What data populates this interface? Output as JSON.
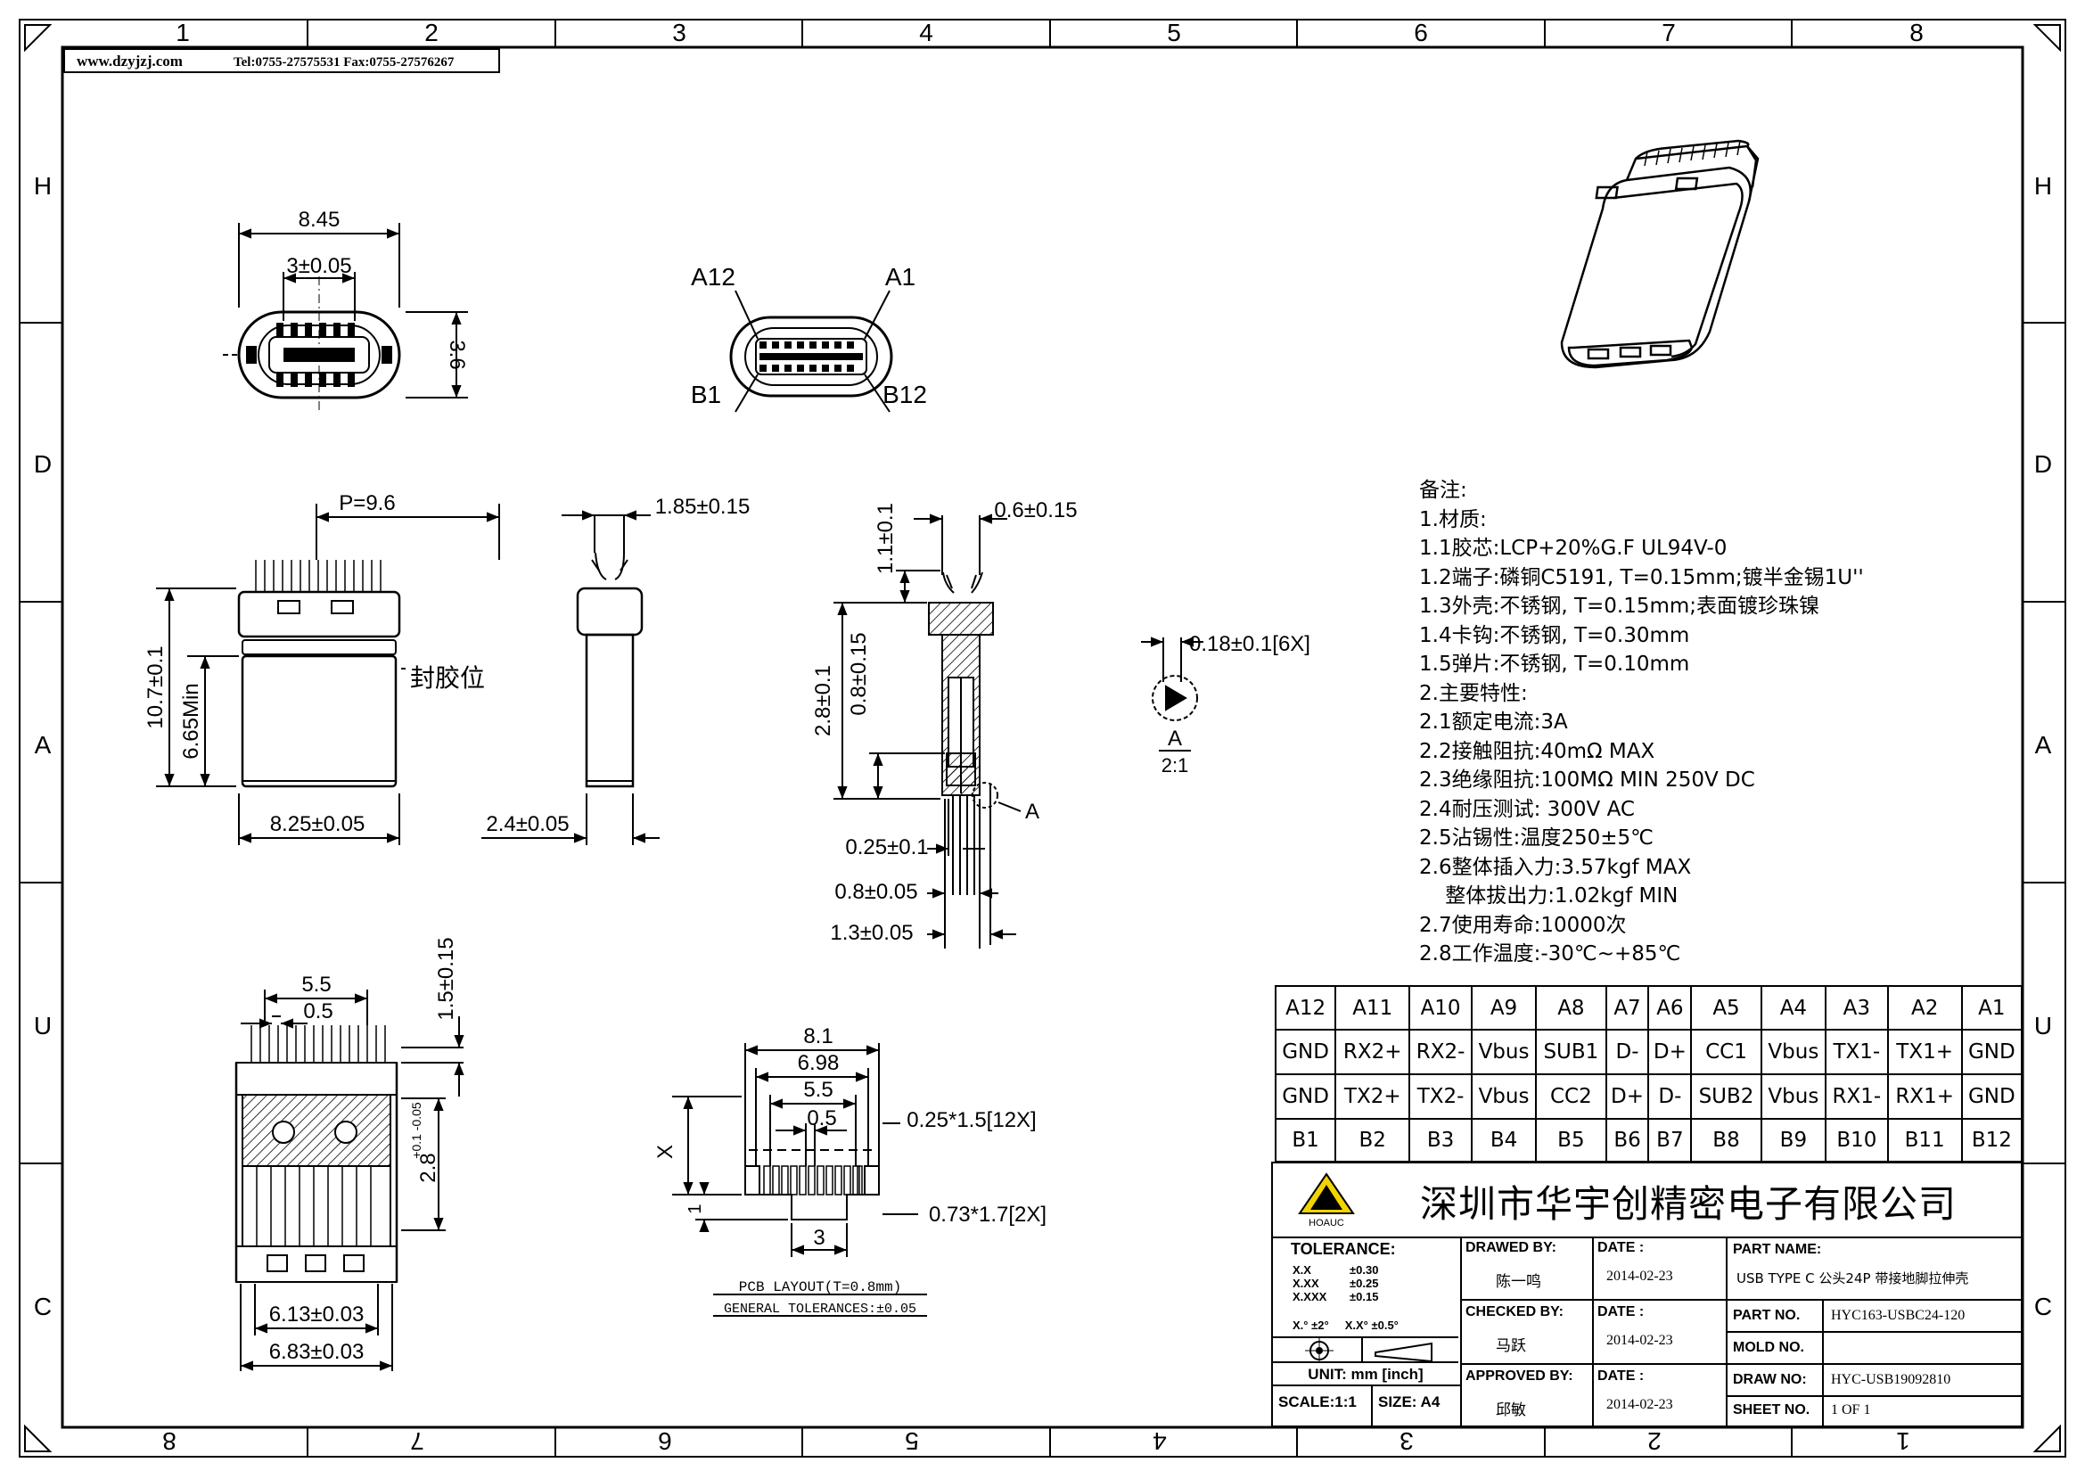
{
  "grid": {
    "top_cols": [
      "1",
      "2",
      "3",
      "4",
      "5",
      "6",
      "7",
      "8"
    ],
    "bottom_cols": [
      "8",
      "7",
      "6",
      "5",
      "4",
      "3",
      "2",
      "1"
    ],
    "left_rows": [
      "H",
      "D",
      "A",
      "U",
      "C"
    ],
    "right_rows": [
      "H",
      "D",
      "A",
      "U",
      "C"
    ]
  },
  "header": {
    "website": "www.dzyjzj.com",
    "contact": "Tel:0755-27575531  Fax:0755-27576267"
  },
  "front_view": {
    "width": "8.45",
    "pitch": "3±0.05",
    "height": "3.6"
  },
  "pin_view": {
    "a12": "A12",
    "a1": "A1",
    "b1": "B1",
    "b12": "B12"
  },
  "top_view": {
    "pitch_label": "P=9.6",
    "overall_h": "10.7±0.1",
    "mold_h": "6.65Min",
    "width": "8.25±0.05",
    "seal_label": "封胶位"
  },
  "side_view": {
    "top_w": "1.85±0.15",
    "body_w": "2.4±0.05"
  },
  "section_view": {
    "lead_w": "0.6±0.15",
    "lead_h": "1.1±0.1",
    "d_28": "2.8±0.1",
    "d_08": "0.8±0.15",
    "d_025": "0.25±0.1",
    "d_08b": "0.8±0.05",
    "d_13": "1.3±0.05",
    "detail_mark": "A"
  },
  "detail_view": {
    "dim": "0.18±0.1[6X]",
    "label": "A",
    "scale": "2:1"
  },
  "bottom_view": {
    "d55": "5.5",
    "d05": "0.5",
    "d15": "1.5±0.15",
    "d28": "2.8",
    "d28_tol": "+0.1 -0.05",
    "d613": "6.13±0.03",
    "d683": "6.83±0.03"
  },
  "pcb_layout": {
    "d81": "8.1",
    "d698": "6.98",
    "d55": "5.5",
    "d05": "0.5",
    "pad_a": "0.25*1.5[12X]",
    "pad_b": "0.73*1.7[2X]",
    "x": "X",
    "one": "1",
    "three": "3",
    "title": "PCB LAYOUT(T=0.8mm)",
    "general_tol": "GENERAL TOLERANCES:±0.05"
  },
  "notes": [
    "备注:",
    "1.材质:",
    "1.1胶芯:LCP+20%G.F UL94V-0",
    "1.2端子:磷铜C5191, T=0.15mm;镀半金锡1U''",
    "1.3外壳:不锈钢, T=0.15mm;表面镀珍珠镍",
    "1.4卡钩:不锈钢, T=0.30mm",
    "1.5弹片:不锈钢, T=0.10mm",
    "2.主要特性:",
    "2.1额定电流:3A",
    "2.2接触阻抗:40mΩ MAX",
    "2.3绝缘阻抗:100MΩ MIN 250V DC",
    "2.4耐压测试: 300V AC",
    "2.5沾锡性:温度250±5℃",
    "2.6整体插入力:3.57kgf MAX",
    "    整体拔出力:1.02kgf MIN",
    "2.7使用寿命:10000次",
    "2.8工作温度:-30℃~+85℃"
  ],
  "pin_table": {
    "rows": [
      [
        "A12",
        "A11",
        "A10",
        "A9",
        "A8",
        "A7",
        "A6",
        "A5",
        "A4",
        "A3",
        "A2",
        "A1"
      ],
      [
        "GND",
        "RX2+",
        "RX2-",
        "Vbus",
        "SUB1",
        "D-",
        "D+",
        "CC1",
        "Vbus",
        "TX1-",
        "TX1+",
        "GND"
      ],
      [
        "GND",
        "TX2+",
        "TX2-",
        "Vbus",
        "CC2",
        "D+",
        "D-",
        "SUB2",
        "Vbus",
        "RX1-",
        "RX1+",
        "GND"
      ],
      [
        "B1",
        "B2",
        "B3",
        "B4",
        "B5",
        "B6",
        "B7",
        "B8",
        "B9",
        "B10",
        "B11",
        "B12"
      ]
    ]
  },
  "title_block": {
    "company": "深圳市华宇创精密电子有限公司",
    "logo_text": "HOAUC",
    "tolerance_label": "TOLERANCE:",
    "tol_lines": [
      [
        "X.X",
        "±0.30"
      ],
      [
        "X.XX",
        "±0.25"
      ],
      [
        "X.XXX",
        "±0.15"
      ]
    ],
    "angle_tol": "X.° ±2°     X.X° ±0.5°",
    "unit": "UNIT: mm [inch]",
    "scale": "SCALE:1:1",
    "size": "SIZE: A4",
    "drawn_by_label": "DRAWED BY:",
    "drawn_by": "陈一鸣",
    "checked_by_label": "CHECKED BY:",
    "checked_by": "马跃",
    "approved_by_label": "APPROVED BY:",
    "approved_by": "邱敏",
    "date_label": "DATE :",
    "date1": "2014-02-23",
    "date2": "2014-02-23",
    "date3": "2014-02-23",
    "part_name_label": "PART NAME:",
    "part_name": "USB TYPE C 公头24P 带接地脚拉伸壳",
    "part_no_label": "PART NO.",
    "part_no": "HYC163-USBC24-120",
    "mold_no_label": "MOLD NO.",
    "mold_no": "",
    "draw_no_label": "DRAW NO:",
    "draw_no": "HYC-USB19092810",
    "sheet_no_label": "SHEET NO.",
    "sheet_no": "1 OF 1"
  }
}
